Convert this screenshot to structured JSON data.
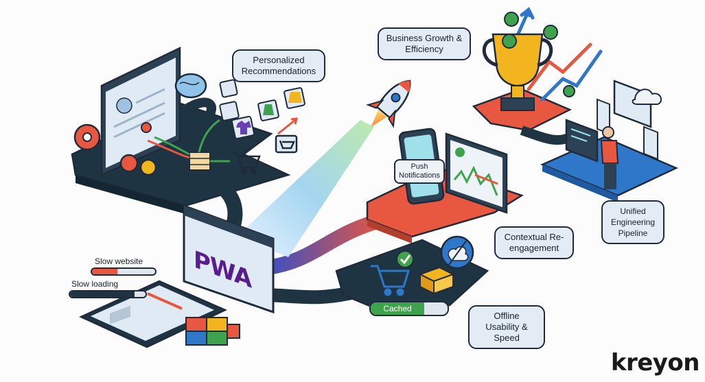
{
  "labels": {
    "personalized": "Personalized Recommendations",
    "business": "Business Growth & Efficiency",
    "push": "Push Notifications",
    "contextual": "Contextual Re-engagement",
    "unified": "Unified Engineering Pipeline",
    "offline": "Offline Usability & Speed",
    "cached": "Cached",
    "slow_website": "Slow website",
    "slow_loading": "Slow loading",
    "pwa": "PWA",
    "brand": "kreyon"
  },
  "indicators": {
    "slow_website_progress": 0.4,
    "slow_loading_progress": 0.85,
    "cached_progress": 0.7
  },
  "colors": {
    "outline": "#1f2b3a",
    "dark_platform": "#1e3443",
    "orange_platform": "#e8573f",
    "blue_platform": "#2f77c9",
    "gold": "#f3b51f",
    "green": "#3fa34d",
    "pwa_purple": "#5a1e8c",
    "bubble_fill": "#e3ecf5"
  },
  "icons": [
    "gear-icon",
    "brain-icon",
    "shopping-cart-icon",
    "database-icon",
    "rocket-icon",
    "trophy-icon",
    "dollar-coin-icon",
    "growth-arrow-icon",
    "smartphone-icon",
    "chart-screen-icon",
    "developer-icon",
    "cloud-icon",
    "checkmark-icon",
    "box-icon",
    "puzzle-icon",
    "tablet-icon"
  ]
}
